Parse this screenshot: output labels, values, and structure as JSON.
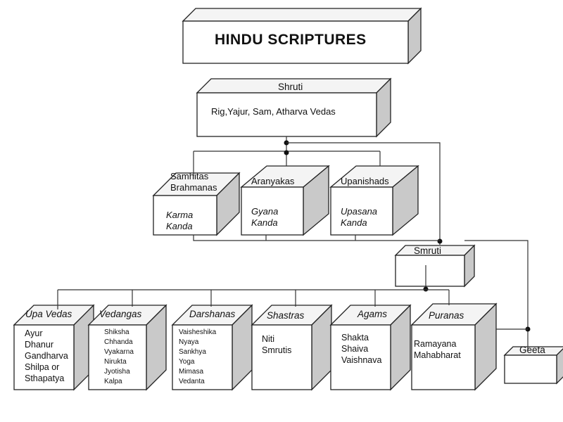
{
  "title": "HINDU SCRIPTURES",
  "shruti": {
    "label": "Shruti",
    "subtitle": "Rig,Yajur, Sam, Atharva Vedas",
    "children": [
      {
        "label": "Samhitas\nBrahmanas",
        "sub": "Karma\nKanda"
      },
      {
        "label": "Aranyakas",
        "sub": "Gyana\nKanda"
      },
      {
        "label": "Upanishads",
        "sub": "Upasana\nKanda"
      }
    ]
  },
  "smruti": {
    "label": "Smruti",
    "children": [
      {
        "label": "Upa Vedas",
        "items": [
          "Ayur",
          "Dhanur",
          "Gandharva",
          "Shilpa or",
          "Sthapatya"
        ]
      },
      {
        "label": "Vedangas",
        "items": [
          "Shiksha",
          "Chhanda",
          "Vyakarna",
          "Nirukta",
          "Jyotisha",
          "Kalpa"
        ]
      },
      {
        "label": "Darshanas",
        "items": [
          "Vaisheshika",
          "Nyaya",
          "Sankhya",
          "Yoga",
          "Mimasa",
          "Vedanta"
        ]
      },
      {
        "label": "Shastras",
        "items": [
          "Niti",
          "Smrutis"
        ]
      },
      {
        "label": "Agams",
        "items": [
          "Shakta",
          "Shaiva",
          "Vaishnava"
        ]
      },
      {
        "label": "Puranas",
        "items": [
          "Ramayana",
          "Mahabharat"
        ]
      }
    ]
  },
  "geeta": {
    "label": "Geeta"
  }
}
